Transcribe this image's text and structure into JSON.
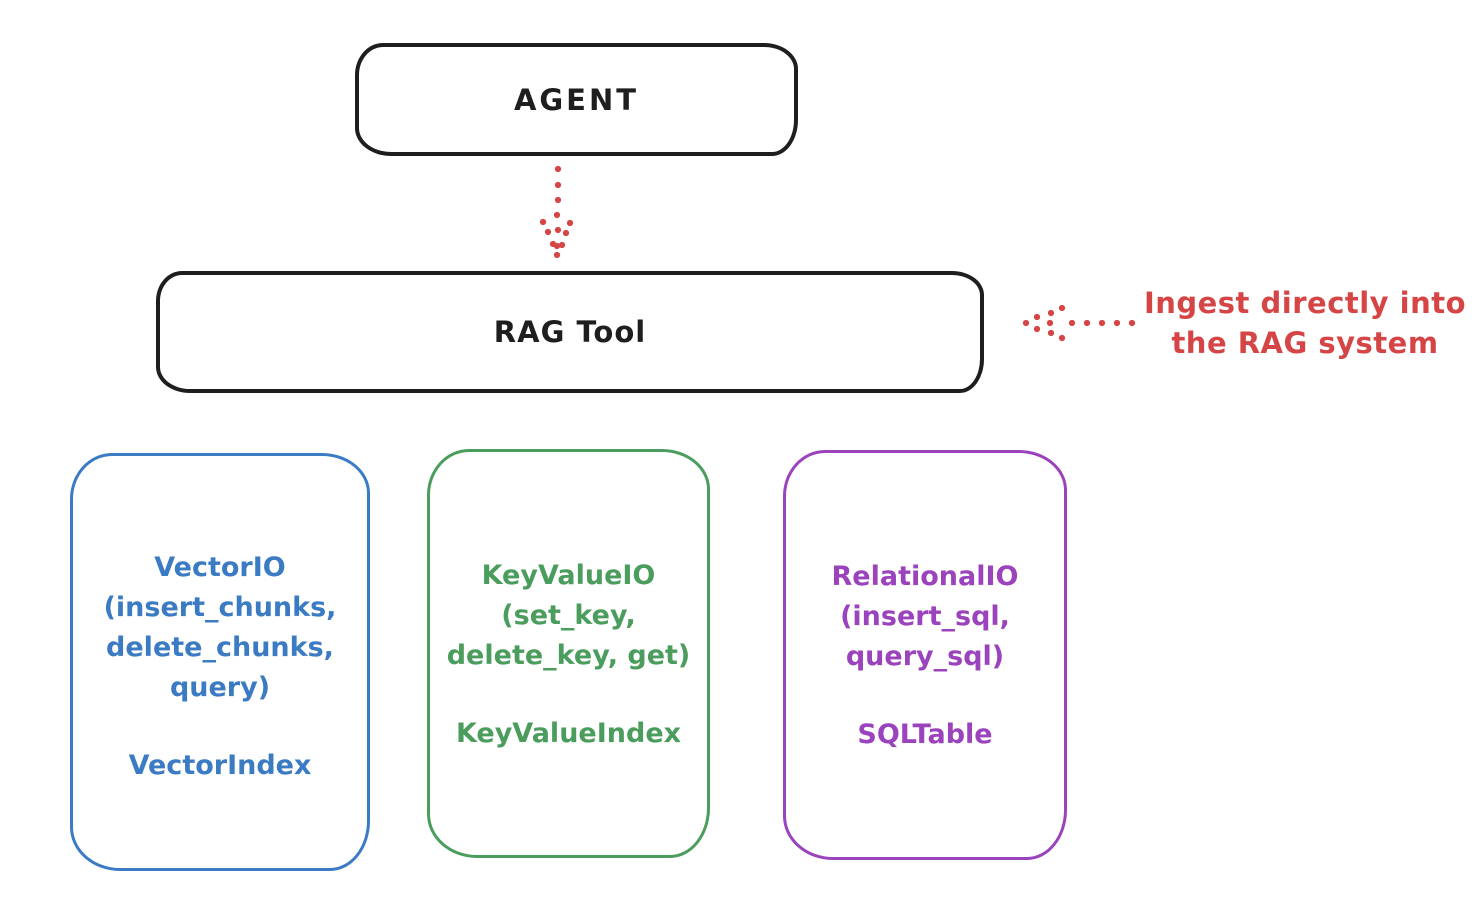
{
  "diagram": {
    "agent_box": {
      "label": "AGENT"
    },
    "rag_tool_box": {
      "label": "RAG Tool"
    },
    "annotation": {
      "line1": "Ingest directly into",
      "line2": "the RAG system"
    },
    "io_boxes": [
      {
        "id": "vector-io",
        "color": "#3a7bc4",
        "lines": [
          "VectorIO",
          "(insert_chunks,",
          "delete_chunks,",
          "query)"
        ],
        "index_label": "VectorIndex"
      },
      {
        "id": "keyvalue-io",
        "color": "#4a9d5c",
        "lines": [
          "KeyValueIO",
          "(set_key,",
          "delete_key, get)"
        ],
        "index_label": "KeyValueIndex"
      },
      {
        "id": "relational-io",
        "color": "#9b42bd",
        "lines": [
          "RelationalIO",
          "(insert_sql,",
          "query_sql)"
        ],
        "index_label": "SQLTable"
      }
    ],
    "colors": {
      "stroke_black": "#1e1e1e",
      "arrow_red": "#d64545",
      "blue": "#3a7bc4",
      "green": "#4a9d5c",
      "purple": "#9b42bd",
      "background": "#ffffff"
    },
    "icons": {
      "down_arrow": "dotted-arrow-down",
      "left_arrow": "dotted-arrow-left"
    }
  }
}
